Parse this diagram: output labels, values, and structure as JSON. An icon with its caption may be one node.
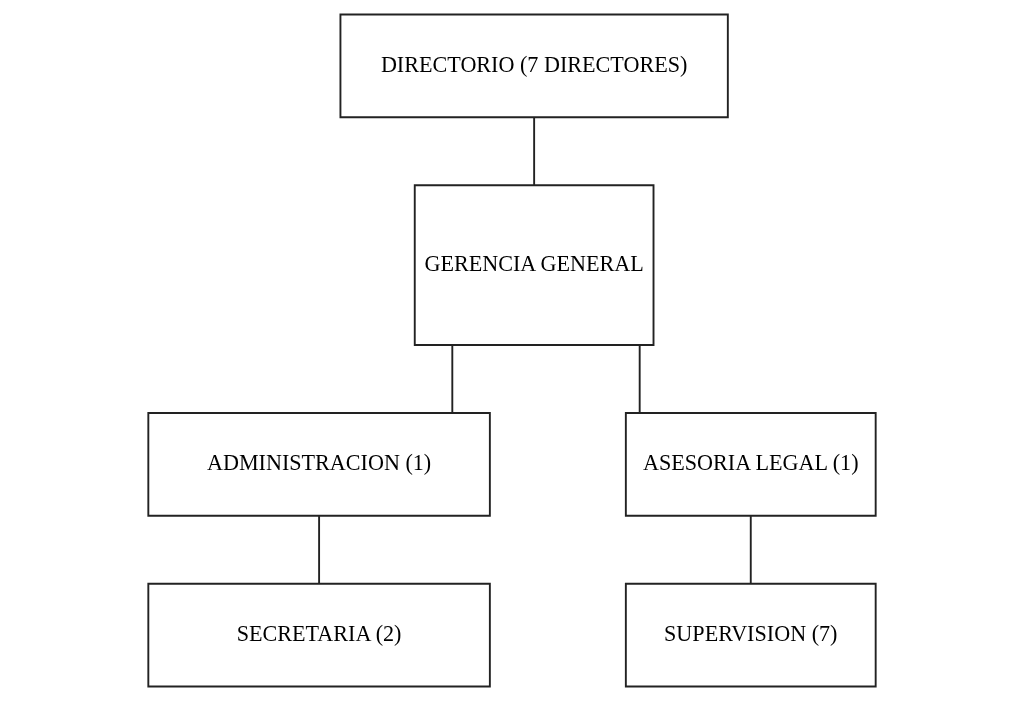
{
  "diagram": {
    "nodes": [
      {
        "text": [
          "DIRECTORIO (7 DIRECTORES)"
        ]
      },
      {
        "text": [
          "GERENCIA GENERAL"
        ]
      },
      {
        "text": [
          "ADMINISTRACION (1)"
        ]
      },
      {
        "text": [
          "ASESORIA LEGAL (1)"
        ]
      },
      {
        "text": [
          "SECRETARIA (2)"
        ]
      },
      {
        "text": [
          "SUPERVISION (7)"
        ]
      }
    ],
    "edges": [
      {
        "from": 0,
        "to": 1,
        "arrow": "none"
      },
      {
        "from": 1,
        "to": 2,
        "arrow": "none"
      },
      {
        "from": 1,
        "to": 3,
        "arrow": "none"
      },
      {
        "from": 2,
        "to": 4,
        "arrow": "none"
      },
      {
        "from": 3,
        "to": 5,
        "arrow": "none"
      }
    ]
  }
}
